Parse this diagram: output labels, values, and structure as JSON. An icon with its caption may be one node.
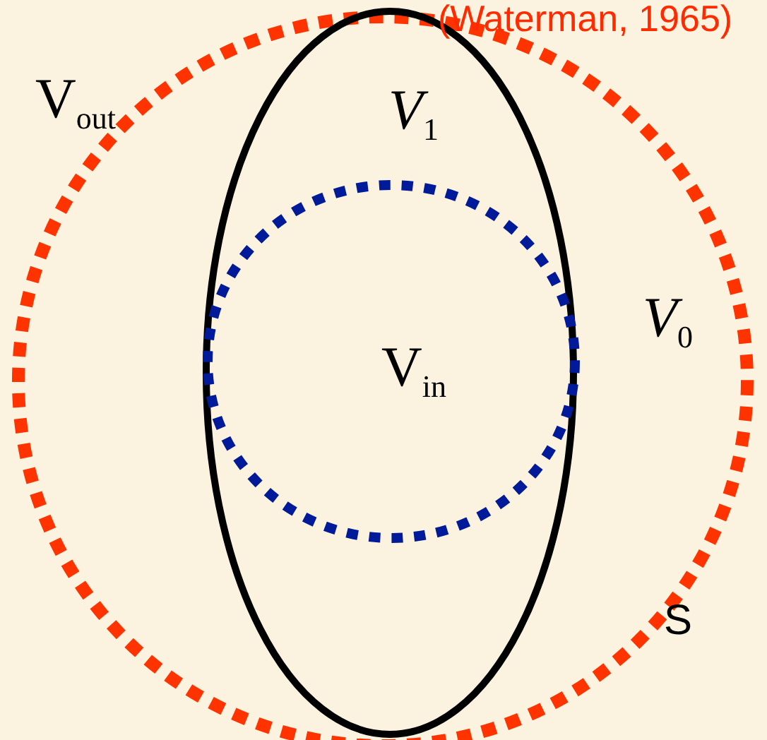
{
  "diagram": {
    "labels": [
      "(Waterman, 1965)",
      "V$_{out}$",
      "*V*$_{1}$",
      "*V*$_{0}$",
      "V$_{in}$",
      "S"
    ]
  }
}
